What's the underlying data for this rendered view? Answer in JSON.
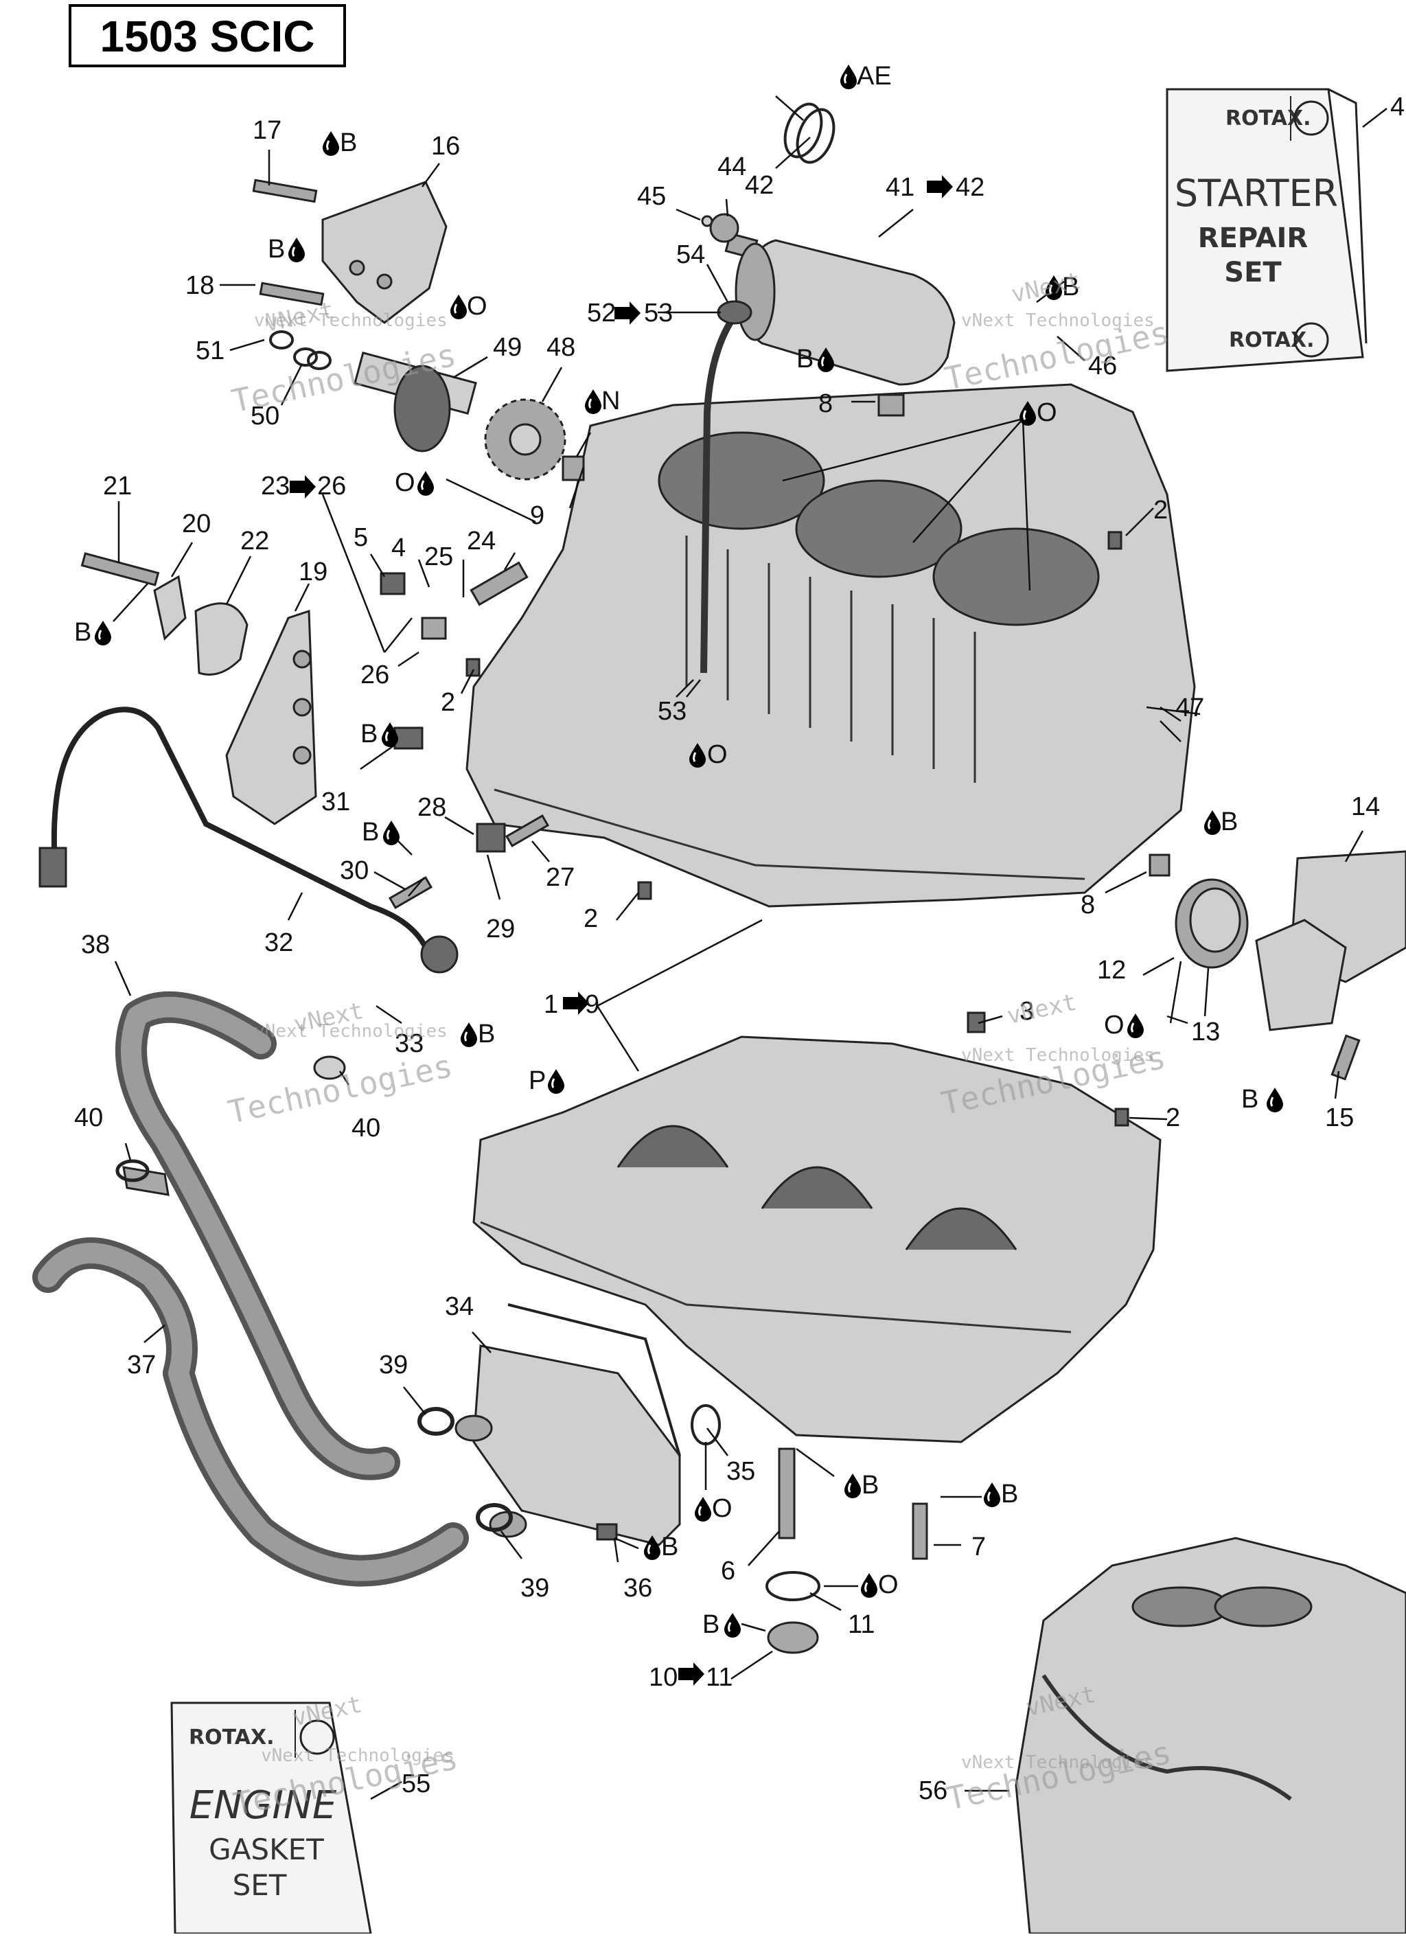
{
  "title": "1503 SCIC",
  "watermark": {
    "line1": "vNext",
    "line2": "Technologies",
    "small": "vNext Technologies"
  },
  "kits": {
    "starter": {
      "brand": "ROTAX.",
      "line1": "STARTER",
      "line2": "REPAIR",
      "line3": "SET",
      "callout": "4"
    },
    "gasket": {
      "brand": "ROTAX.",
      "line1": "ENGINE",
      "line2": "GASKET",
      "line3": "SET",
      "callout": "55"
    }
  },
  "labels": {
    "l17": "17",
    "l16": "16",
    "l18": "18",
    "l51": "51",
    "l50": "50",
    "l49": "49",
    "l48": "48",
    "l44": "44",
    "l45": "45",
    "l42": "42",
    "l41": "41",
    "l41b": "42",
    "l54": "54",
    "l52": "52",
    "l52b": "53",
    "l8a": "8",
    "l46": "46",
    "l9": "9",
    "l21": "21",
    "l20": "20",
    "l22": "22",
    "l19": "19",
    "l23": "23",
    "l23b": "26",
    "l5": "5",
    "l4": "4",
    "l25": "25",
    "l24": "24",
    "l26": "26",
    "l2a": "2",
    "l2b": "2",
    "l31": "31",
    "l28": "28",
    "l27": "27",
    "l30": "30",
    "l29": "29",
    "l32": "32",
    "l53": "53",
    "l47": "47",
    "l14": "14",
    "l8b": "8",
    "l12": "12",
    "l13": "13",
    "l2c": "2",
    "l3": "3",
    "l1": "1",
    "l1b": "9",
    "l38": "38",
    "l33": "33",
    "l40a": "40",
    "l40b": "40",
    "l15": "15",
    "l2d": "2",
    "l37": "37",
    "l34": "34",
    "l39a": "39",
    "l35": "35",
    "l6": "6",
    "l7": "7",
    "l36": "36",
    "l39b": "39",
    "l11": "11",
    "l10": "10",
    "l10b": "11",
    "l56": "56"
  },
  "lube": {
    "b_17": "B",
    "b_18": "B",
    "o_49": "O",
    "n_9": "N",
    "ae_42": "AE",
    "b_46": "B",
    "b_8": "B",
    "o_block": "O",
    "o_22": "O",
    "b_21": "B",
    "b_31": "B",
    "b_30": "B",
    "o_53": "O",
    "b_8b": "B",
    "o_13": "O",
    "b_33": "B",
    "b_15": "B",
    "p_1": "P",
    "o_35": "O",
    "b_6": "B",
    "b_7": "B",
    "b_36": "B",
    "o_11": "O",
    "b_10": "B"
  }
}
